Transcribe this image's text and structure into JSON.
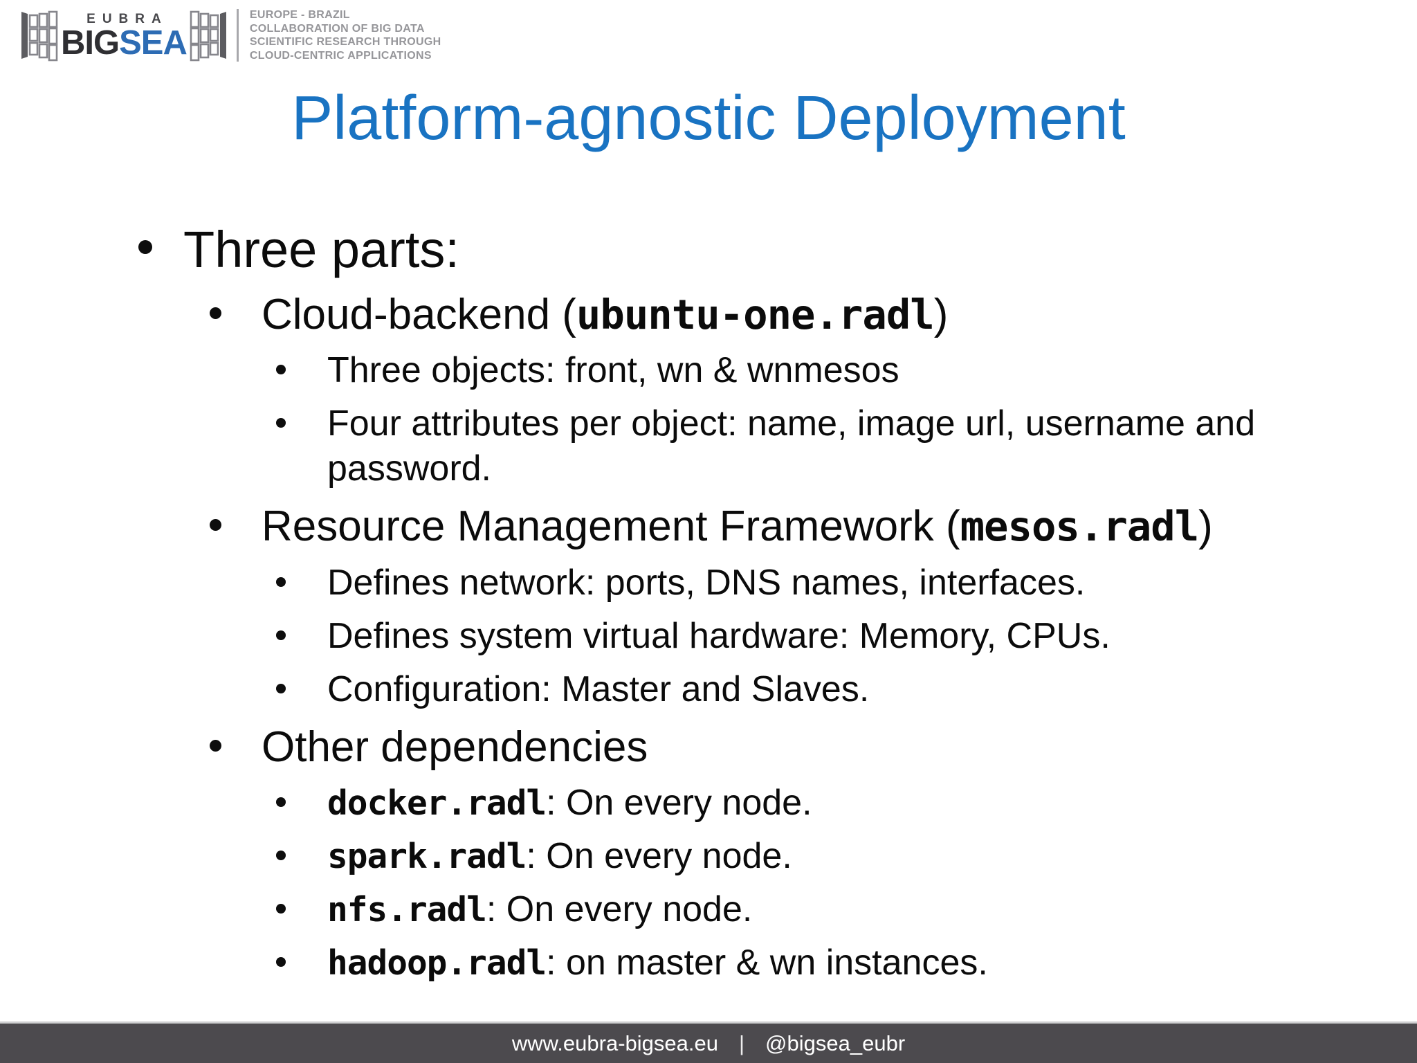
{
  "logo": {
    "eubra": "EUBRA",
    "big": "BIG",
    "sea": "SEA",
    "slogan_lines": [
      "EUROPE - BRAZIL",
      "COLLABORATION OF BIG DATA",
      "SCIENTIFIC RESEARCH THROUGH",
      "CLOUD-CENTRIC APPLICATIONS"
    ]
  },
  "title": "Platform-agnostic Deployment",
  "bullets": {
    "three_parts": "Three parts:",
    "cloud_backend": {
      "pre": "Cloud-backend (",
      "code": "ubuntu-one.radl",
      "post": ")"
    },
    "cloud_sub1": "Three objects: front, wn & wnmesos",
    "cloud_sub2": {
      "line1": "Four attributes per object: name, image url, username and",
      "line2": "password."
    },
    "rmf": {
      "pre": "Resource Management Framework (",
      "code": "mesos.radl",
      "post": ")"
    },
    "rmf_sub1": "Defines network: ports, DNS names, interfaces.",
    "rmf_sub2": "Defines system virtual hardware: Memory, CPUs.",
    "rmf_sub3": "Configuration: Master and Slaves.",
    "other_deps": "Other dependencies",
    "dep1": {
      "code": "docker.radl",
      "post": ": On every node."
    },
    "dep2": {
      "code": "spark.radl",
      "post": ": On every node."
    },
    "dep3": {
      "code": "nfs.radl",
      "post": ": On every node."
    },
    "dep4": {
      "code": "hadoop.radl",
      "post": ": on master & wn instances."
    }
  },
  "footer": {
    "url": "www.eubra-bigsea.eu",
    "separator": "|",
    "handle": "@bigsea_eubr"
  },
  "colors": {
    "title_blue": "#1973c2",
    "sea_blue": "#2d6cb4",
    "footer_bg": "#4c4a4e",
    "slogan_gray": "#96969a",
    "text_black": "#0b0b0b"
  }
}
